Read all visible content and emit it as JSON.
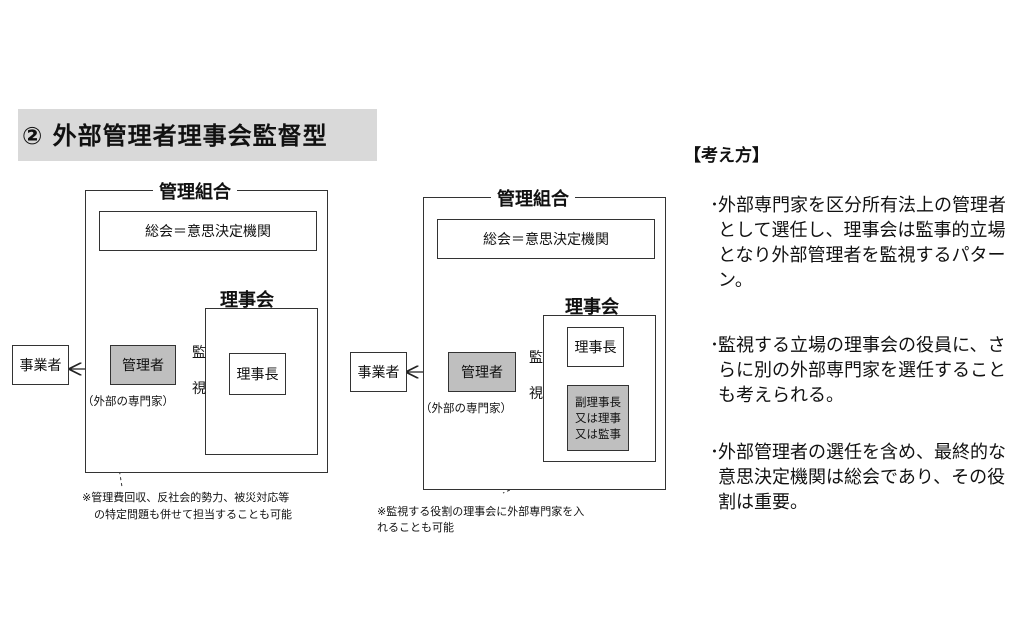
{
  "title": "②  外部管理者理事会監督型",
  "diagram1": {
    "union_label": "管理組合",
    "general_meeting": "総会＝意思決定機関",
    "board_label": "理事会",
    "chairman": "理事長",
    "contractor": "事業者",
    "manager": "管理者",
    "manager_sub": "（外部の専門家）",
    "monitor_1": "監",
    "monitor_2": "視",
    "note_line1": "※管理費回収、反社会的勢力、被災対応等",
    "note_line2": "の特定問題も併せて担当することも可能"
  },
  "diagram2": {
    "union_label": "管理組合",
    "general_meeting": "総会＝意思決定機関",
    "board_label": "理事会",
    "chairman": "理事長",
    "vice_line1": "副理事長",
    "vice_line2": "又は理事",
    "vice_line3": "又は監事",
    "contractor": "事業者",
    "manager": "管理者",
    "manager_sub": "（外部の専門家）",
    "monitor_1": "監",
    "monitor_2": "視",
    "note_line1": "※監視する役割の理事会に外部専門家を入",
    "note_line2": "れることも可能"
  },
  "concept": {
    "heading": "【考え方】",
    "bullets": [
      "外部専門家を区分所有法上の管理者として選任し、理事会は監事的立場となり外部管理者を監視するパターン。",
      "監視する立場の理事会の役員に、さらに別の外部専門家を選任することも考えられる。",
      "外部管理者の選任を含め、最終的な意思決定機関は総会であり、その役割は重要。"
    ],
    "bullet_mark": "･"
  }
}
